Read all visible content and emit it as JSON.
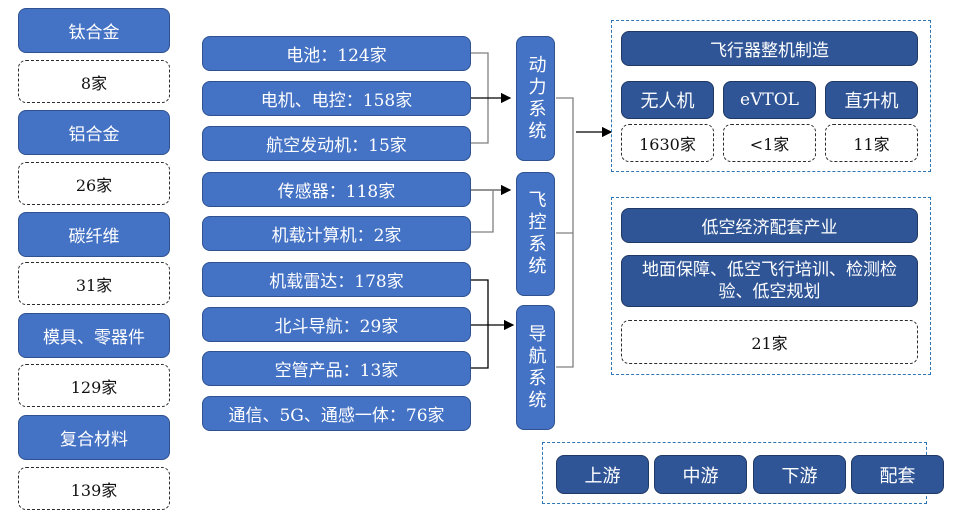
{
  "colors": {
    "upstream_box": "#4472C4",
    "right_box": "#2F5597",
    "group_border": "#2E75B6",
    "count_border": "#2b2b2b",
    "connector": "#808080"
  },
  "materials": [
    {
      "label": "钛合金",
      "count": "8家"
    },
    {
      "label": "铝合金",
      "count": "26家"
    },
    {
      "label": "碳纤维",
      "count": "31家"
    },
    {
      "label": "模具、零器件",
      "count": "129家"
    },
    {
      "label": "复合材料",
      "count": "139家"
    }
  ],
  "components": [
    {
      "label": "电池：124家"
    },
    {
      "label": "电机、电控：158家"
    },
    {
      "label": "航空发动机：15家"
    },
    {
      "label": "传感器：118家"
    },
    {
      "label": "机载计算机：2家"
    },
    {
      "label": "机载雷达：178家"
    },
    {
      "label": "北斗导航：29家"
    },
    {
      "label": "空管产品：13家"
    },
    {
      "label": "通信、5G、通感一体：76家"
    }
  ],
  "systems": [
    {
      "label": "动力系统"
    },
    {
      "label": "飞控系统"
    },
    {
      "label": "导航系统"
    }
  ],
  "manufacturing": {
    "title": "飞行器整机制造",
    "types": [
      {
        "label": "无人机",
        "count": "1630家"
      },
      {
        "label": "eVTOL",
        "count": "<1家"
      },
      {
        "label": "直升机",
        "count": "11家"
      }
    ]
  },
  "supporting": {
    "title": "低空经济配套产业",
    "description": "地面保障、低空飞行培训、检测检验、低空规划",
    "count": "21家"
  },
  "legend": {
    "items": [
      "上游",
      "中游",
      "下游",
      "配套"
    ]
  }
}
